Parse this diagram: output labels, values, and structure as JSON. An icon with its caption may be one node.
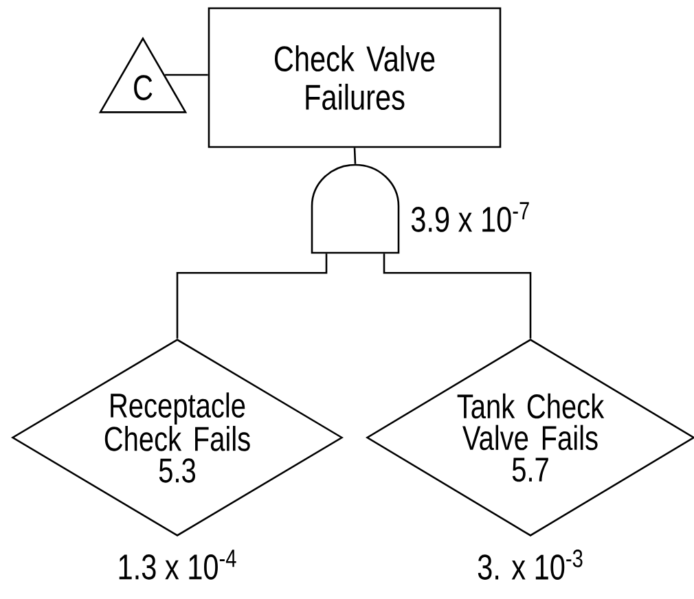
{
  "diagram": {
    "nodes": [
      {
        "text": [
          "C"
        ]
      },
      {
        "text": [
          "Check Valve Failures"
        ]
      },
      {
        "text": [],
        "shape": "gate",
        "beside": [
          "3.9 x 10$^{-7}$"
        ]
      },
      {
        "text": [
          "Receptacle Check Fails",
          "5.3"
        ],
        "beside": [
          "1.3 x 10$^{-4}$"
        ]
      },
      {
        "text": [
          "Tank Check Valve Fails",
          "5.7"
        ],
        "beside": [
          "3. x 10$^{-3}$"
        ]
      }
    ],
    "edges": [
      {
        "from": 0,
        "to": 1,
        "arrow": "none"
      },
      {
        "from": 1,
        "to": 2,
        "arrow": "none"
      },
      {
        "from": 2,
        "to": 3,
        "arrow": "none"
      },
      {
        "from": 2,
        "to": 4,
        "arrow": "none"
      }
    ]
  }
}
